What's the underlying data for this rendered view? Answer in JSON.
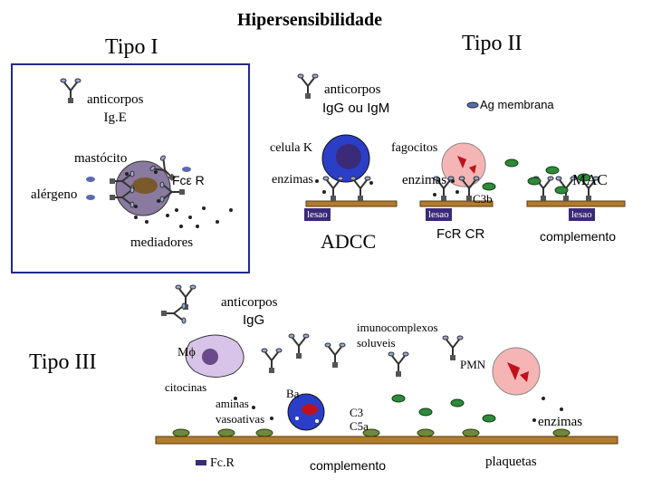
{
  "title": "Hipersensibilidade",
  "tipo1": {
    "label": "Tipo I",
    "antibodies": "anticorpos\nIg.E",
    "mast_cell": "mastócito",
    "receptor": "Fcε R",
    "allergen": "alérgeno",
    "mediators": "mediadores"
  },
  "tipo2": {
    "label": "Tipo II",
    "antibodies_line1": "anticorpos",
    "antibodies_line2": "IgG ou IgM",
    "membrane_ag": "Ag membrana",
    "k_cell": "celula K",
    "phagocytes": "fagocitos",
    "enzymes_left": "enzimas",
    "enzymes_right": "enzimas",
    "c3b": "C3b",
    "mac": "MAC",
    "lesion1": "lesao",
    "lesion2": "lesao",
    "lesion3": "lesao",
    "adcc": "ADCC",
    "fcr_cr": "FcR CR",
    "complement": "complemento"
  },
  "tipo3": {
    "label": "Tipo III",
    "antibodies_line1": "anticorpos",
    "antibodies_line2": "IgG",
    "immune_complexes": "imunocomplexos\nsoluveis",
    "macrophage": "Mϕ",
    "pmn": "PMN",
    "cytokines": "citocinas",
    "vasoactive_amines": "aminas\nvasoativas",
    "basophil": "Ba",
    "c3": "C3",
    "c5a": "C5a",
    "enzymes": "enzimas",
    "fcr_legend": "Fc.R",
    "complement": "complemento",
    "platelets": "plaquetas"
  },
  "colors": {
    "panel_border": "#1f2a8a",
    "lesion_bg": "#3a2a78",
    "membrane": "#b07c2c",
    "k_cell": "#2b3ec8",
    "red_cell": "#f5b5b5",
    "ab_fill": "#9aa8d6",
    "green_dot": "#2f8a3a"
  }
}
